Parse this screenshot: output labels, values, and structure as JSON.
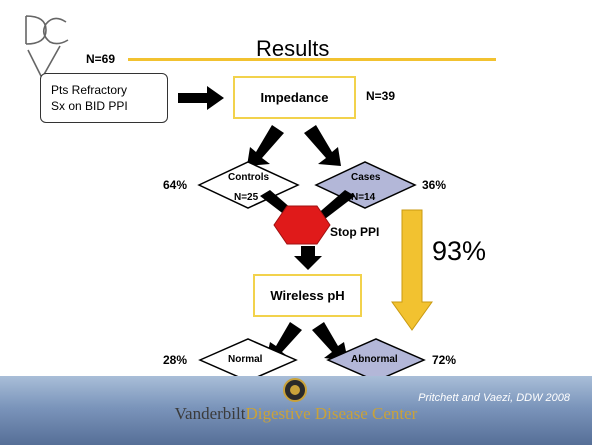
{
  "title": "Results",
  "n_total": "N=69",
  "start_box": {
    "line1": "Pts Refractory",
    "line2": "Sx on BID PPI"
  },
  "impedance": {
    "label": "Impedance",
    "n": "N=39"
  },
  "controls": {
    "label": "Controls",
    "n": "N=25",
    "pct": "64%"
  },
  "cases": {
    "label": "Cases",
    "n": "N=14",
    "pct": "36%"
  },
  "stop_ppi": "Stop PPI",
  "big_pct": "93%",
  "wireless": "Wireless pH",
  "normal": {
    "label": "Normal",
    "pct": "28%"
  },
  "abnormal": {
    "label": "Abnormal",
    "pct": "72%"
  },
  "credit": "Pritchett and Vaezi, DDW 2008",
  "footer": {
    "part1": "Vanderbilt",
    "part2": "Digestive Disease Center"
  },
  "logo": {
    "letters": "DCV"
  },
  "colors": {
    "accent_yellow": "#f2c230",
    "case_fill": "#b3b7d8",
    "stop_red": "#e01a1a",
    "footer_blue": "#6b86ad"
  }
}
